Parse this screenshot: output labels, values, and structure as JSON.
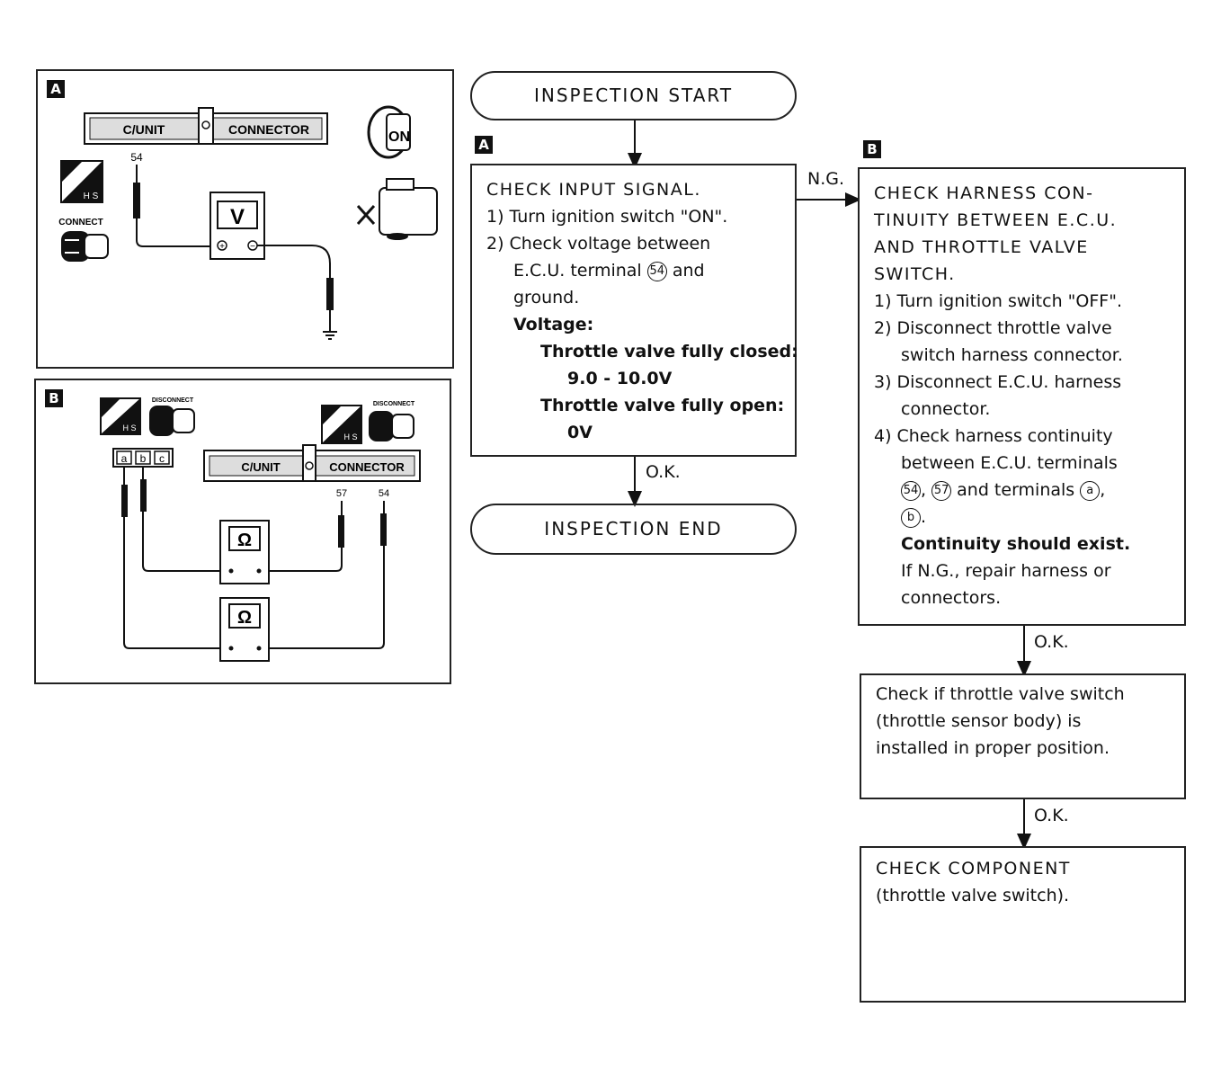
{
  "panel_a": {
    "tag": "A",
    "connector_left": "C/UNIT",
    "connector_right": "CONNECTOR",
    "terminal": "54",
    "connect_label": "CONNECT",
    "meter": "V",
    "key_label": "ON",
    "hs_label": "H S"
  },
  "panel_b": {
    "tag": "B",
    "connector_left": "C/UNIT",
    "connector_right": "CONNECTOR",
    "terminal_57": "57",
    "terminal_54": "54",
    "pins": [
      "a",
      "b",
      "c"
    ],
    "meter": "Ω",
    "disconnect_label": "DISCONNECT",
    "hs_label": "H S"
  },
  "flow": {
    "start": "INSPECTION START",
    "end": "INSPECTION END",
    "tag_a": "A",
    "tag_b": "B",
    "ng": "N.G.",
    "ok": "O.K.",
    "box_a": {
      "title": "CHECK INPUT SIGNAL.",
      "step1": "1) Turn ignition switch \"ON\".",
      "step2a": "2) Check voltage between",
      "step2b": "E.C.U. terminal",
      "step2b_num": "54",
      "step2b_end": "and",
      "step2c": "ground.",
      "voltage": "Voltage:",
      "closed": "Throttle valve fully closed:",
      "closed_val": "9.0 - 10.0V",
      "open": "Throttle valve fully open:",
      "open_val": "0V"
    },
    "box_b": {
      "title1": "CHECK HARNESS CON-",
      "title2": "TINUITY BETWEEN E.C.U.",
      "title3": "AND THROTTLE VALVE",
      "title4": "SWITCH.",
      "s1": "1) Turn ignition switch \"OFF\".",
      "s2a": "2) Disconnect throttle valve",
      "s2b": "switch harness connector.",
      "s3a": "3) Disconnect E.C.U. harness",
      "s3b": "connector.",
      "s4a": "4) Check harness continuity",
      "s4b": "between E.C.U. terminals",
      "n54": "54",
      "n57": "57",
      "s4c": "and terminals",
      "pa": "a",
      "pb": "b",
      "cont": "Continuity should exist.",
      "ifng1": "If N.G., repair harness or",
      "ifng2": "connectors."
    },
    "box_c": {
      "l1": "Check if throttle valve switch",
      "l2": "(throttle sensor body) is",
      "l3": "installed in proper position."
    },
    "box_d": {
      "l1": "CHECK COMPONENT",
      "l2": "(throttle valve switch)."
    }
  }
}
